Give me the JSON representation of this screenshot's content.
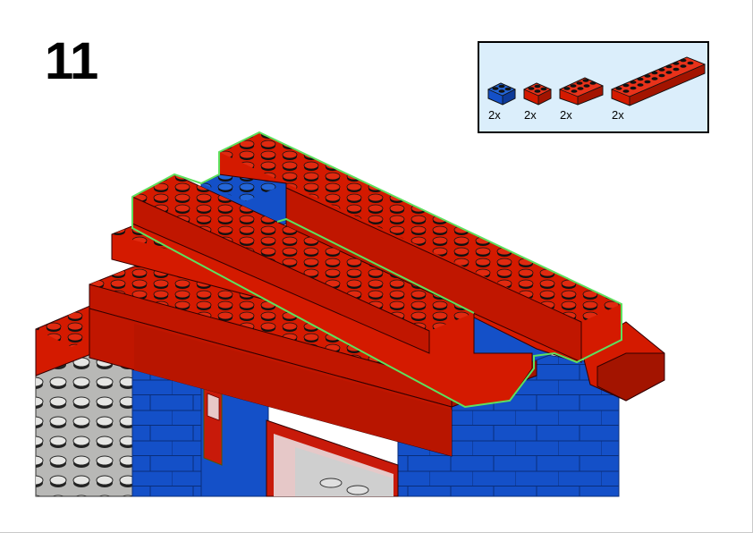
{
  "step": {
    "number": "11"
  },
  "parts_list": [
    {
      "name": "blue-2x2-brick",
      "quantity": "2x",
      "color": "#1450c8"
    },
    {
      "name": "red-2x2-brick",
      "quantity": "2x",
      "color": "#d41a00"
    },
    {
      "name": "red-2x4-brick",
      "quantity": "2x",
      "color": "#d41a00"
    },
    {
      "name": "red-2x10-brick",
      "quantity": "2x",
      "color": "#d41a00"
    }
  ],
  "colors": {
    "red": "#d41a00",
    "red_dark": "#a31400",
    "blue": "#1450c8",
    "blue_dark": "#0d3a99",
    "gray": "#b8b8b6",
    "highlight": "#5ee05e",
    "panel_bg": "#dbeefb"
  }
}
